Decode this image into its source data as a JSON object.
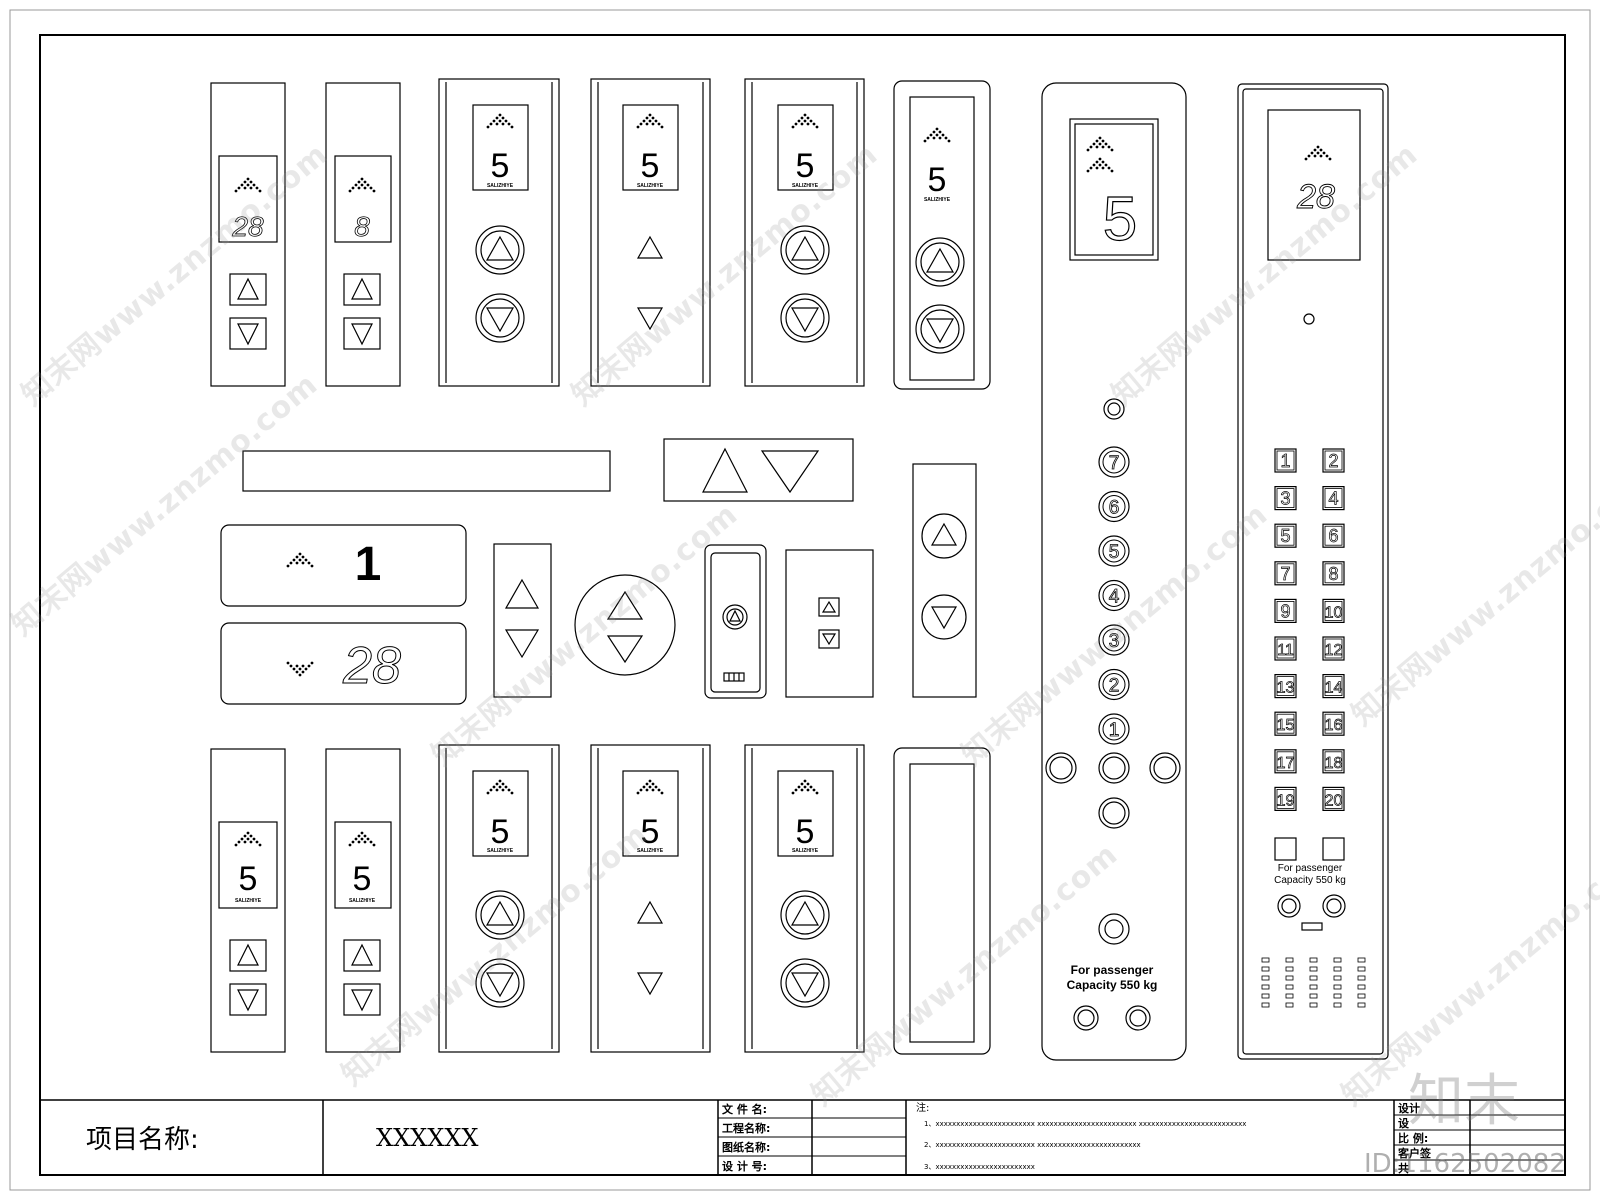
{
  "drawing": {
    "display_5": "5",
    "display_28": "28",
    "display_8": "8",
    "display_1": "1",
    "brand": "SALIZHIYE",
    "car_panel_left": {
      "floor_buttons": [
        "7",
        "6",
        "5",
        "4",
        "3",
        "2",
        "1"
      ],
      "plate_line1": "For passenger",
      "plate_line2": "Capacity 550 kg"
    },
    "car_panel_right": {
      "floor_buttons": [
        "1",
        "2",
        "3",
        "4",
        "5",
        "6",
        "7",
        "8",
        "9",
        "10",
        "11",
        "12",
        "13",
        "14",
        "15",
        "16",
        "17",
        "18",
        "19",
        "20"
      ],
      "plate_line1": "For passenger",
      "plate_line2": "Capacity 550 kg"
    }
  },
  "title_block": {
    "project_label": "项目名称:",
    "project_value": "XXXXXX",
    "field_file": "文 件 名:",
    "field_project": "工程名称:",
    "field_drawing": "图纸名称:",
    "field_design_no": "设 计 号:",
    "notes_label": "注:",
    "note1": "1、xxxxxxxxxxxxxxxxxxxxxxxx    xxxxxxxxxxxxxxxxxxxxxxxx    xxxxxxxxxxxxxxxxxxxxxxxxxx",
    "note2": "2、xxxxxxxxxxxxxxxxxxxxxxxx    xxxxxxxxxxxxxxxxxxxxxxxxx",
    "note3": "3、xxxxxxxxxxxxxxxxxxxxxxxx",
    "right_labels": [
      "设计",
      "设",
      "比  例:",
      "客户签",
      "共"
    ]
  },
  "watermark": {
    "text": "知末网www.znzmo.com",
    "logo": "知末",
    "id_text": "ID:1162502082"
  }
}
